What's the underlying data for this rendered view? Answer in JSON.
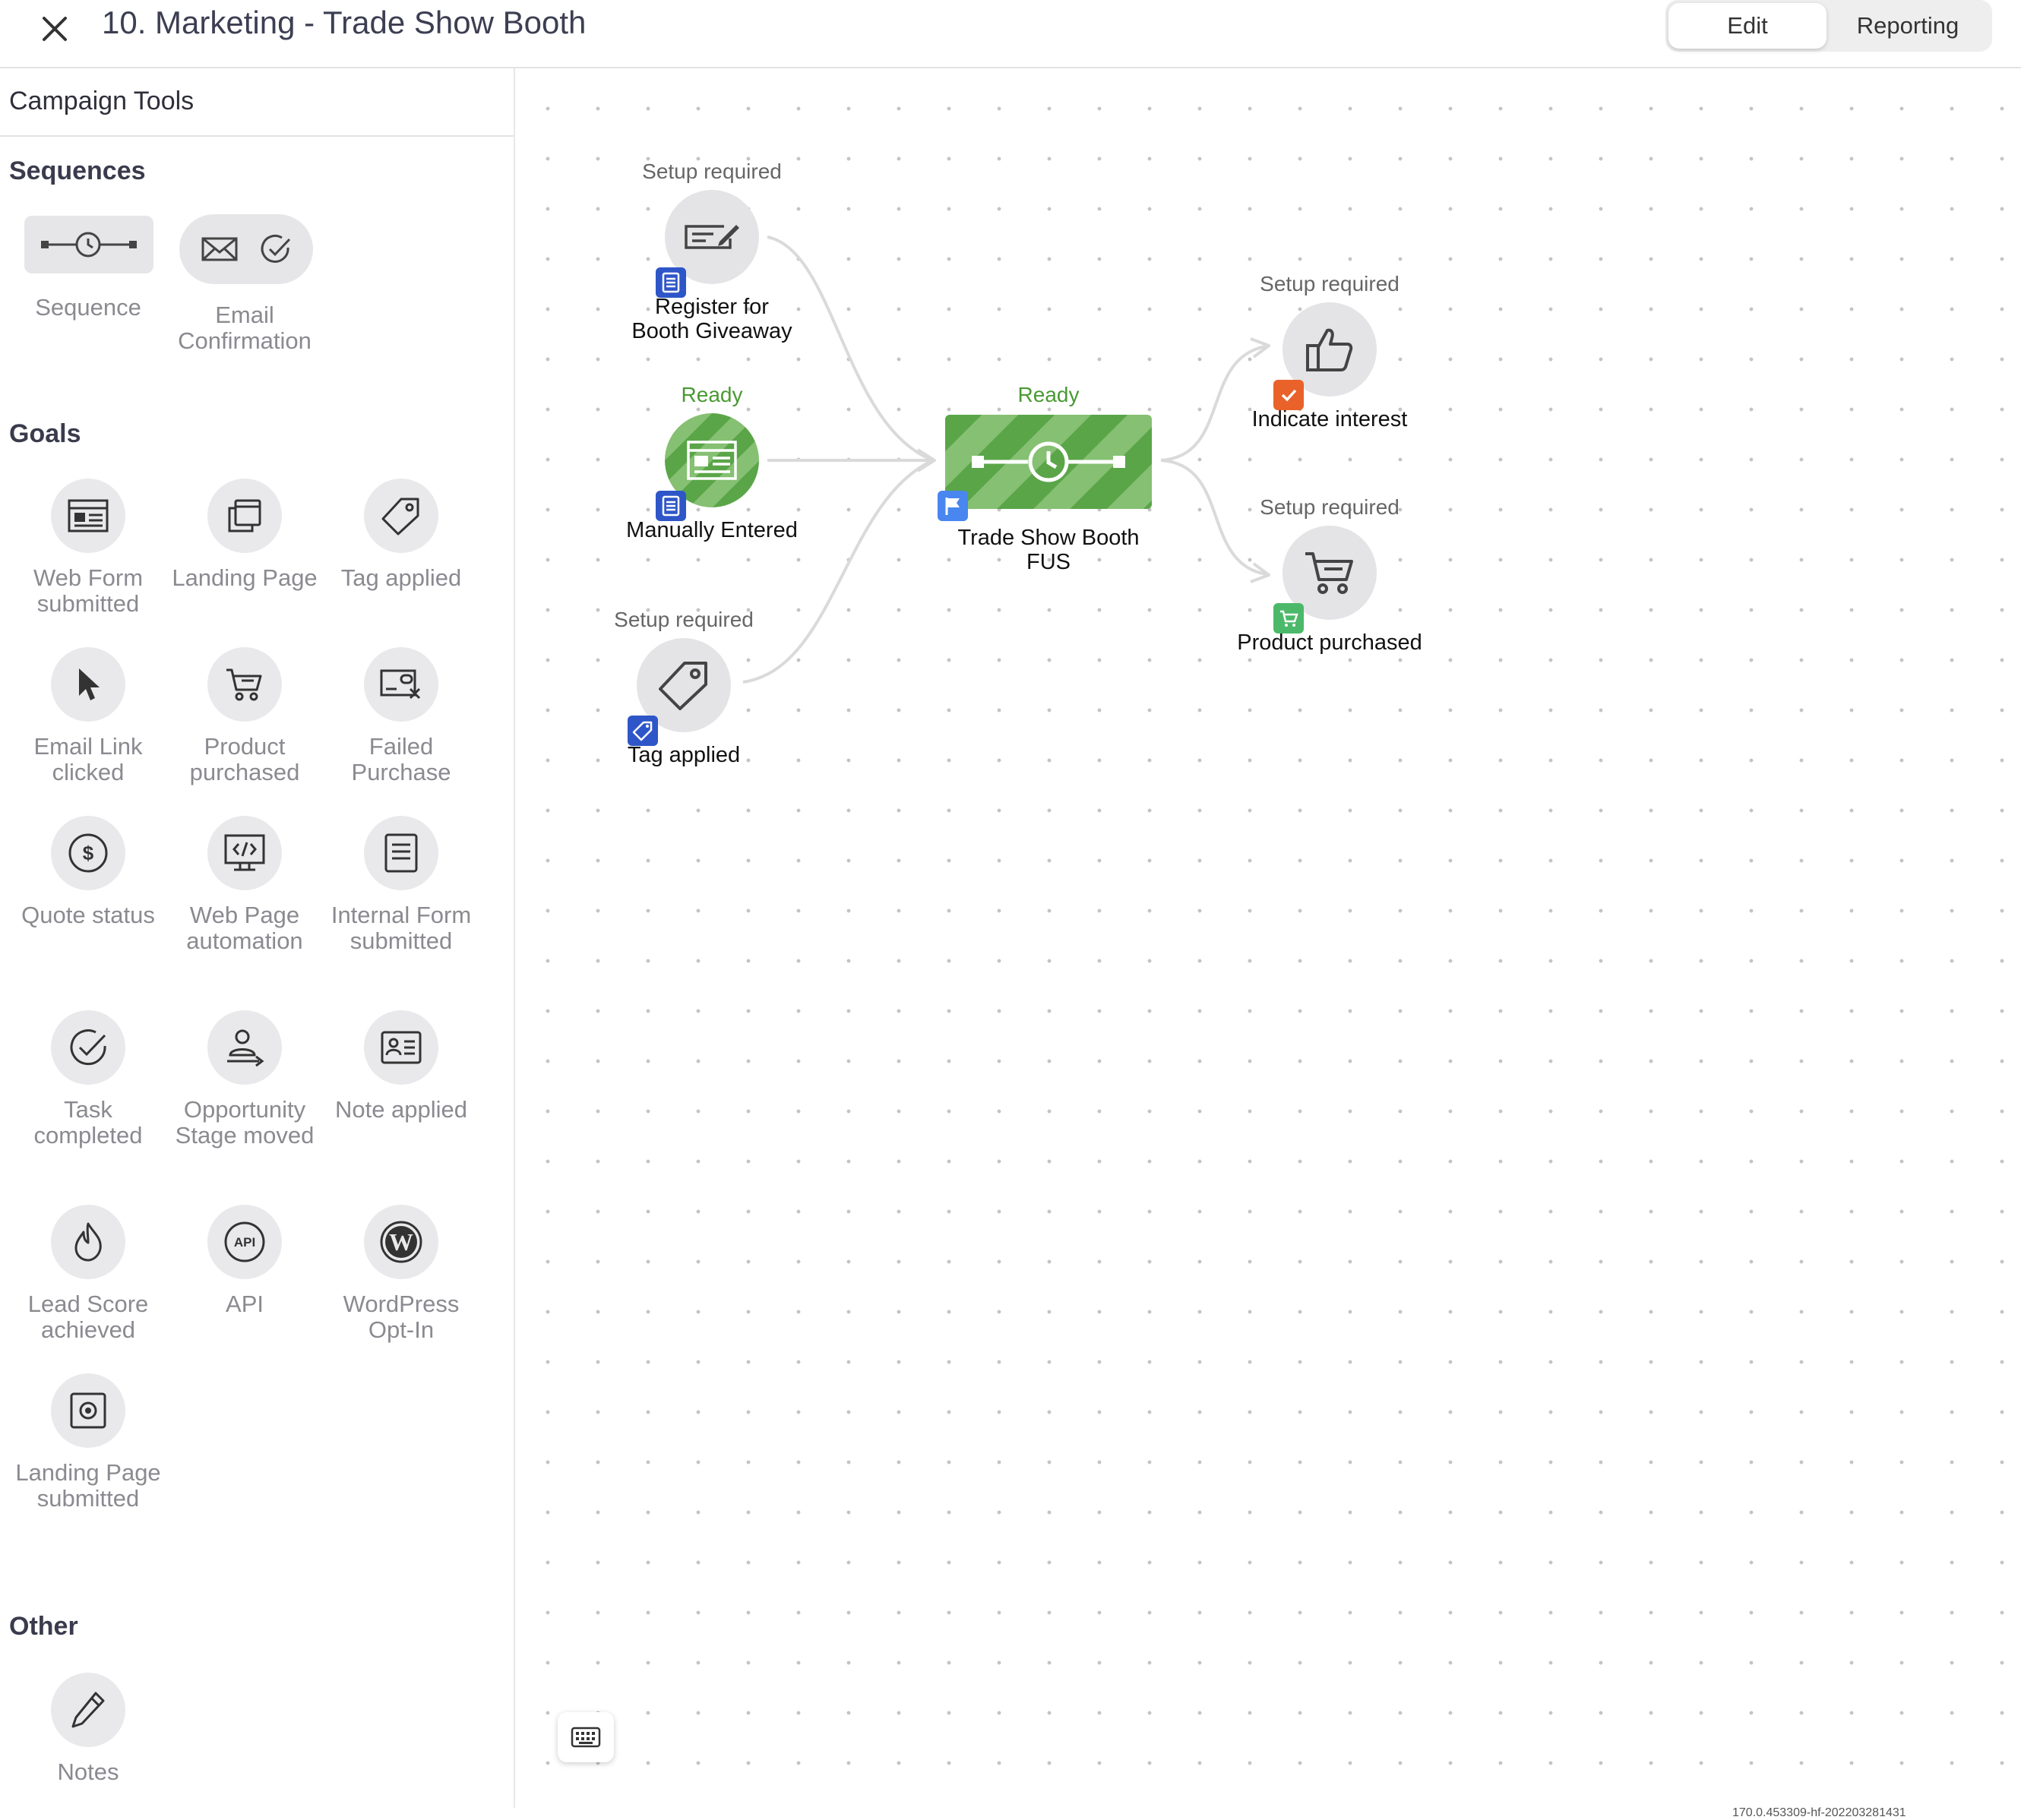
{
  "header": {
    "title": "10. Marketing - Trade Show Booth",
    "edit_label": "Edit",
    "reporting_label": "Reporting"
  },
  "sidebar": {
    "heading": "Campaign Tools",
    "sections": {
      "sequences": "Sequences",
      "goals": "Goals",
      "other": "Other"
    },
    "sequence_tools": [
      {
        "label": "Sequence",
        "icon": "sequence-icon"
      },
      {
        "label": "Email Confirmation",
        "icon": "email-confirmation-icon"
      }
    ],
    "goal_tools": [
      {
        "label": "Web Form submitted",
        "icon": "web-form-icon"
      },
      {
        "label": "Landing Page",
        "icon": "landing-page-icon"
      },
      {
        "label": "Tag applied",
        "icon": "tag-icon"
      },
      {
        "label": "Email Link clicked",
        "icon": "cursor-icon"
      },
      {
        "label": "Product purchased",
        "icon": "cart-icon"
      },
      {
        "label": "Failed Purchase",
        "icon": "failed-card-icon"
      },
      {
        "label": "Quote status",
        "icon": "dollar-icon"
      },
      {
        "label": "Web Page automation",
        "icon": "code-monitor-icon"
      },
      {
        "label": "Internal Form submitted",
        "icon": "document-icon"
      },
      {
        "label": "Task completed",
        "icon": "check-circle-icon"
      },
      {
        "label": "Opportunity Stage moved",
        "icon": "stage-icon"
      },
      {
        "label": "Note applied",
        "icon": "contact-card-icon"
      },
      {
        "label": "Lead Score achieved",
        "icon": "flame-icon"
      },
      {
        "label": "API",
        "icon": "api-icon"
      },
      {
        "label": "WordPress Opt-In",
        "icon": "wordpress-icon"
      },
      {
        "label": "Landing Page submitted",
        "icon": "landing-submit-icon"
      }
    ],
    "other_tools": [
      {
        "label": "Notes",
        "icon": "pencil-icon"
      }
    ]
  },
  "canvas": {
    "nodes": {
      "register": {
        "status": "Setup required",
        "label": "Register for Booth Giveaway"
      },
      "manual": {
        "status": "Ready",
        "label": "Manually Entered"
      },
      "tag": {
        "status": "Setup required",
        "label": "Tag applied"
      },
      "sequence": {
        "status": "Ready",
        "label": "Trade Show Booth FUS"
      },
      "interest": {
        "status": "Setup required",
        "label": "Indicate interest"
      },
      "purchase": {
        "status": "Setup required",
        "label": "Product purchased"
      }
    },
    "colors": {
      "ready": "#4a9a33",
      "badge_blue": "#2f56c9",
      "badge_orange": "#e8622a",
      "badge_green": "#4cb86a",
      "flag_blue": "#4a86f0"
    }
  },
  "footer": {
    "version": "170.0.453309-hf-202203281431"
  }
}
